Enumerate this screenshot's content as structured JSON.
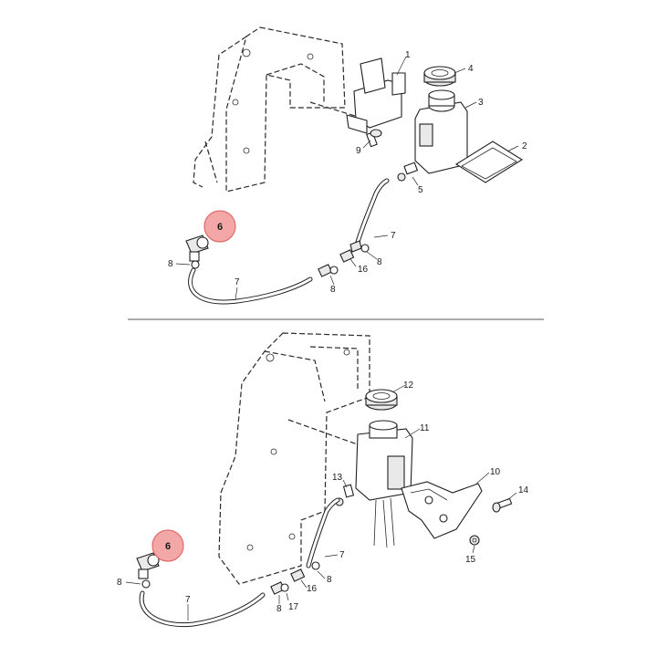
{
  "highlight": {
    "fill": "#f4a7a7",
    "stroke": "#e06a6a"
  },
  "top_view": {
    "callouts": {
      "c1": "1",
      "c2": "2",
      "c3": "3",
      "c4": "4",
      "c5": "5",
      "c6": "6",
      "c7a": "7",
      "c7b": "7",
      "c8a": "8",
      "c8b": "8",
      "c8c": "8",
      "c9": "9",
      "c16": "16"
    }
  },
  "bottom_view": {
    "callouts": {
      "c6": "6",
      "c7a": "7",
      "c7b": "7",
      "c8a": "8",
      "c8b": "8",
      "c8c": "8",
      "c10": "10",
      "c11": "11",
      "c12": "12",
      "c13": "13",
      "c14": "14",
      "c15": "15",
      "c16": "16",
      "c17": "17"
    }
  }
}
